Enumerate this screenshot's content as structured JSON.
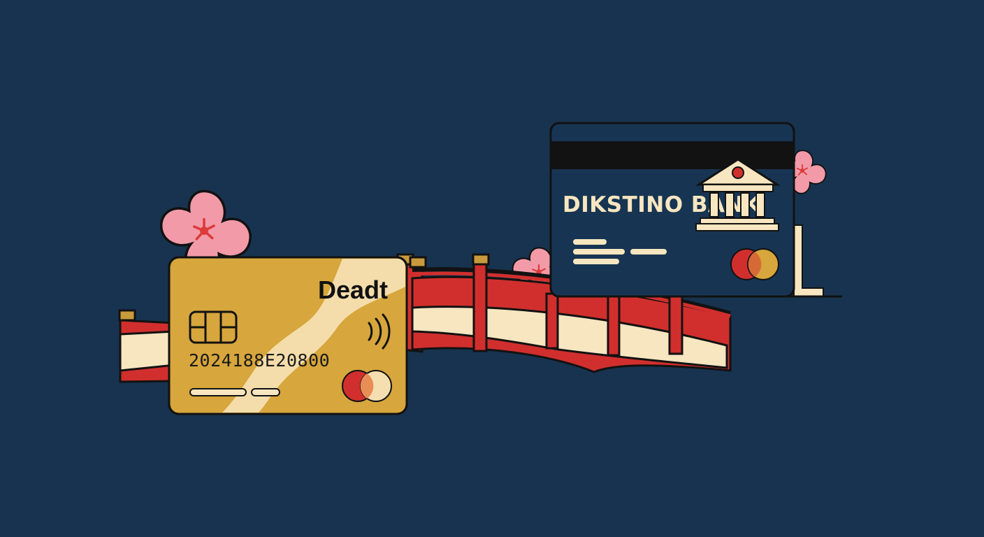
{
  "scene": {
    "colors": {
      "background": "#17334f",
      "bridge_red": "#d12f2d",
      "bridge_cream": "#f7e6c0",
      "gold_card": "#d7a63c",
      "gold_highlight": "#f5dfb1",
      "dark_card": "#173553",
      "sakura": "#f29aa8",
      "sakura_center": "#db3b3a",
      "outline": "#121212"
    },
    "gold_card": {
      "brand": "Deadt",
      "number": "2024188E20800",
      "chip_icon": "card-chip-icon",
      "contactless_icon": "contactless-icon",
      "network_icon": "mastercard-logo-icon"
    },
    "bank_card": {
      "bank_name": "DIKSTINO BANK",
      "bank_icon": "bank-building-icon",
      "network_icon": "mastercard-logo-icon"
    }
  }
}
